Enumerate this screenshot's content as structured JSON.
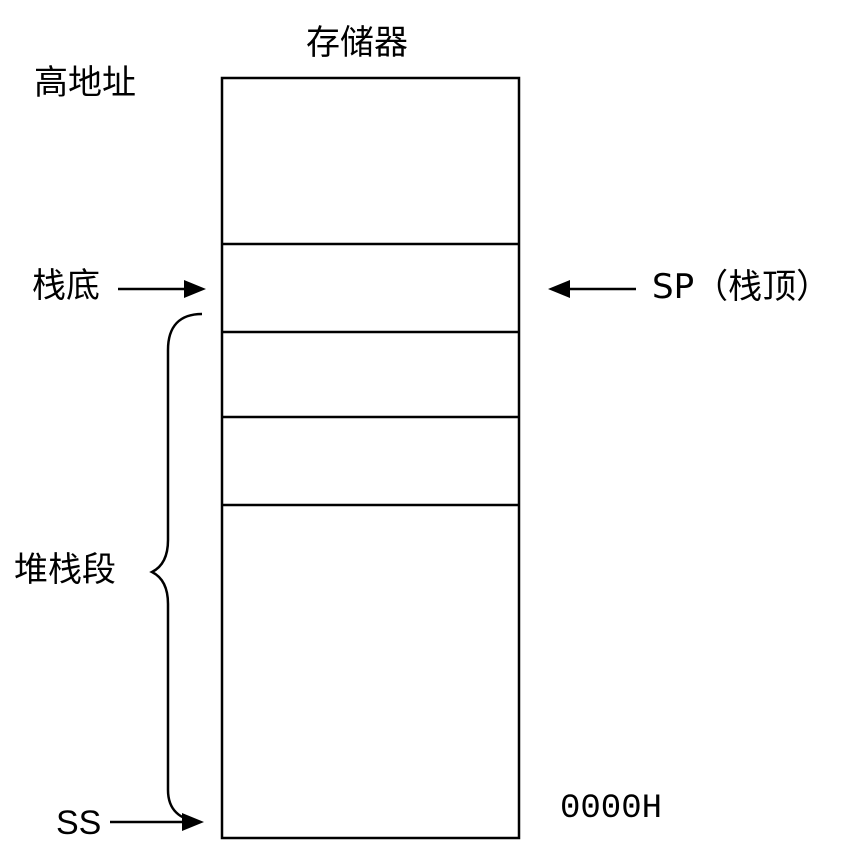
{
  "memory_title": "存储器",
  "high_address_label": "高地址",
  "stack_bottom_label": "栈底",
  "sp_label": "SP（栈顶）",
  "stack_segment_label": "堆栈段",
  "ss_label": "SS",
  "zero_address_label": "0000H",
  "memory_cells": 5
}
